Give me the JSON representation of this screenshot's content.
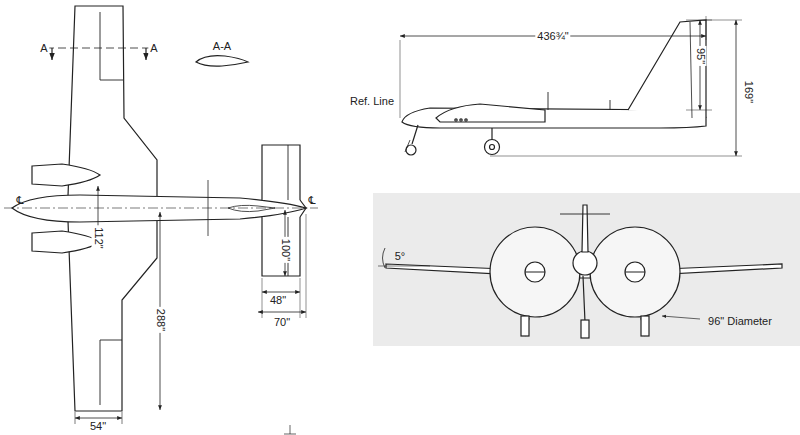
{
  "diagram": {
    "labels": [
      "A",
      "A",
      "A-A",
      "℄",
      "℄",
      "112\"",
      "288\"",
      "54\"",
      "100\"",
      "48\"",
      "70\"",
      "436¾\"",
      "95\"",
      "169\"",
      "Ref. Line",
      "5°",
      "96\" Diameter"
    ]
  }
}
